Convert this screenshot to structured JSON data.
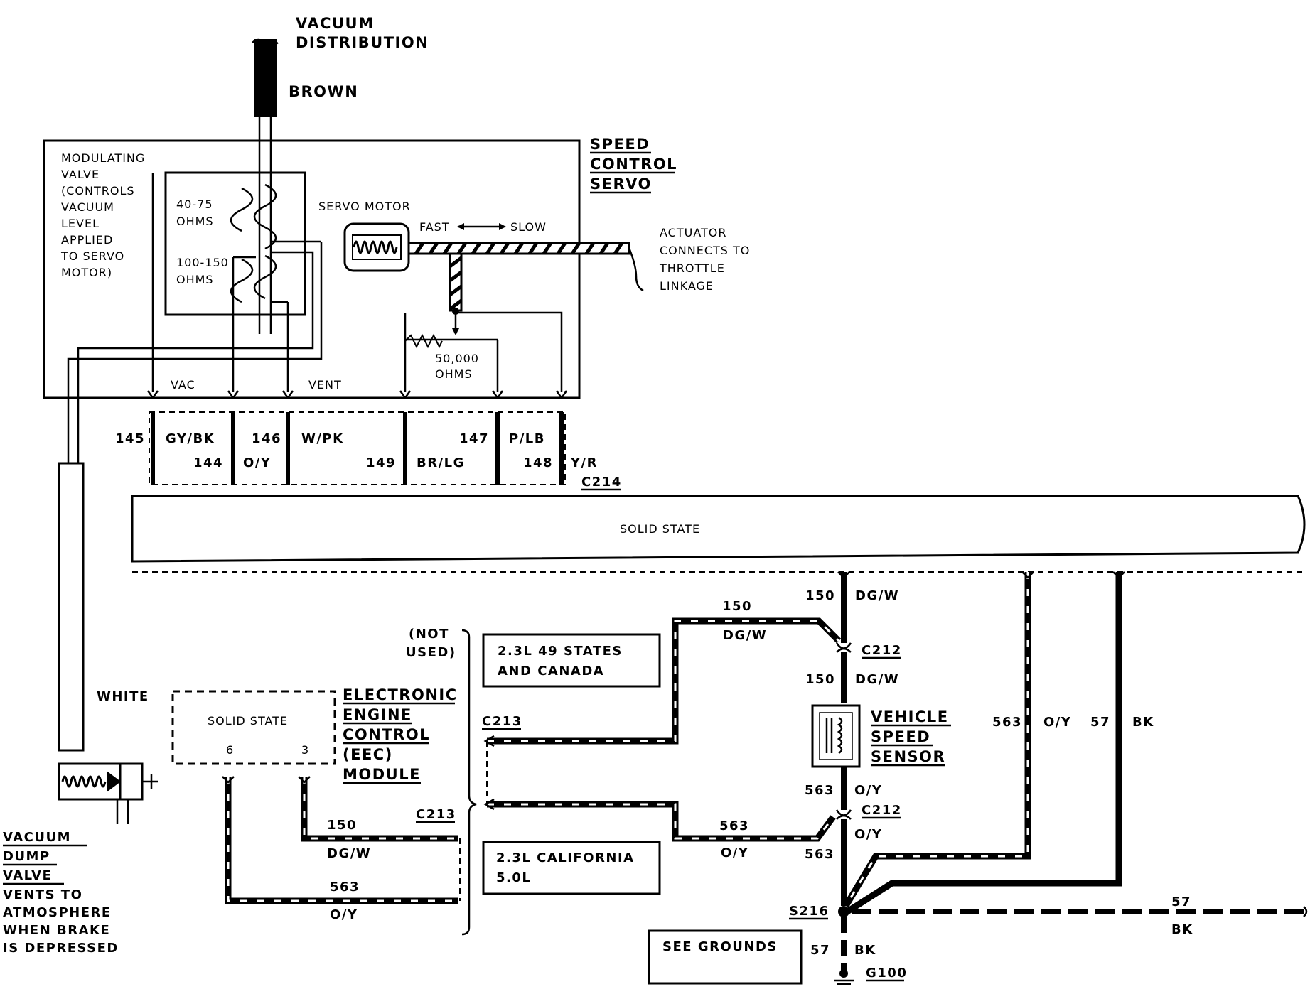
{
  "labels": {
    "vacuum_distribution": [
      "VACUUM",
      "DISTRIBUTION"
    ],
    "brown": "BROWN",
    "speed_control_servo": [
      "SPEED",
      "CONTROL",
      "SERVO"
    ],
    "modulating_valve": [
      "MODULATING",
      "VALVE",
      "(CONTROLS",
      "VACUUM",
      "LEVEL",
      "APPLIED",
      "TO SERVO",
      "MOTOR)"
    ],
    "ohms_40_75": [
      "40-75",
      "OHMS"
    ],
    "ohms_100_150": [
      "100-150",
      "OHMS"
    ],
    "servo_motor": "SERVO MOTOR",
    "fast": "FAST",
    "slow": "SLOW",
    "actuator": [
      "ACTUATOR",
      "CONNECTS TO",
      "THROTTLE",
      "LINKAGE"
    ],
    "ohms_50000": [
      "50,000",
      "OHMS"
    ],
    "vac": "VAC",
    "vent": "VENT",
    "solid_state_bar": "SOLID STATE",
    "not_used": [
      "(NOT",
      "USED)"
    ],
    "white": "WHITE",
    "eec_solid_state": "SOLID STATE",
    "eec_module": [
      "ELECTRONIC",
      "ENGINE",
      "CONTROL",
      "(EEC)",
      "MODULE"
    ],
    "pin_6": "6",
    "pin_3": "3",
    "box_49_states": [
      "2.3L 49 STATES",
      "AND CANADA"
    ],
    "box_california": [
      "2.3L CALIFORNIA",
      "5.0L"
    ],
    "vehicle_speed_sensor": [
      "VEHICLE",
      "SPEED",
      "SENSOR"
    ],
    "vacuum_dump_valve": [
      "VACUUM",
      "DUMP",
      "VALVE"
    ],
    "vents_note": [
      "VENTS TO",
      "ATMOSPHERE",
      "WHEN BRAKE",
      "IS DEPRESSED"
    ],
    "see_grounds": "SEE GROUNDS"
  },
  "connectors": {
    "c214": "C214",
    "c212_top": "C212",
    "c212_bottom": "C212",
    "c213_top": "C213",
    "c213_bottom": "C213",
    "s216": "S216",
    "g100": "G100"
  },
  "c214_pins": [
    {
      "circuit": "145",
      "color": "GY/BK"
    },
    {
      "circuit": "144",
      "color": "O/Y"
    },
    {
      "circuit": "146",
      "color": "W/PK"
    },
    {
      "circuit": "149",
      "color": "BR/LG"
    },
    {
      "circuit": "147",
      "color": "P/LB"
    },
    {
      "circuit": "148",
      "color": "Y/R"
    }
  ],
  "wires": {
    "w150_top_num": "150",
    "w150_top_color": "DG/W",
    "w150_mid_num": "150",
    "w150_mid_color": "DG/W",
    "w150_vss_num": "150",
    "w150_vss_color": "DG/W",
    "w150_eec_num": "150",
    "w150_eec_color": "DG/W",
    "w563_vss_num": "563",
    "w563_vss_color": "O/Y",
    "w563_c212_color": "O/Y",
    "w563_mid_num": "563",
    "w563_mid_color": "O/Y",
    "w563_low_num": "563",
    "w563_eec_num": "563",
    "w563_eec_color": "O/Y",
    "w563_right_num": "563",
    "w563_right_color": "O/Y",
    "w57_right_num": "57",
    "w57_right_color": "BK",
    "w57_h_num": "57",
    "w57_h_color": "BK",
    "w57_g_num": "57",
    "w57_g_color": "BK"
  }
}
